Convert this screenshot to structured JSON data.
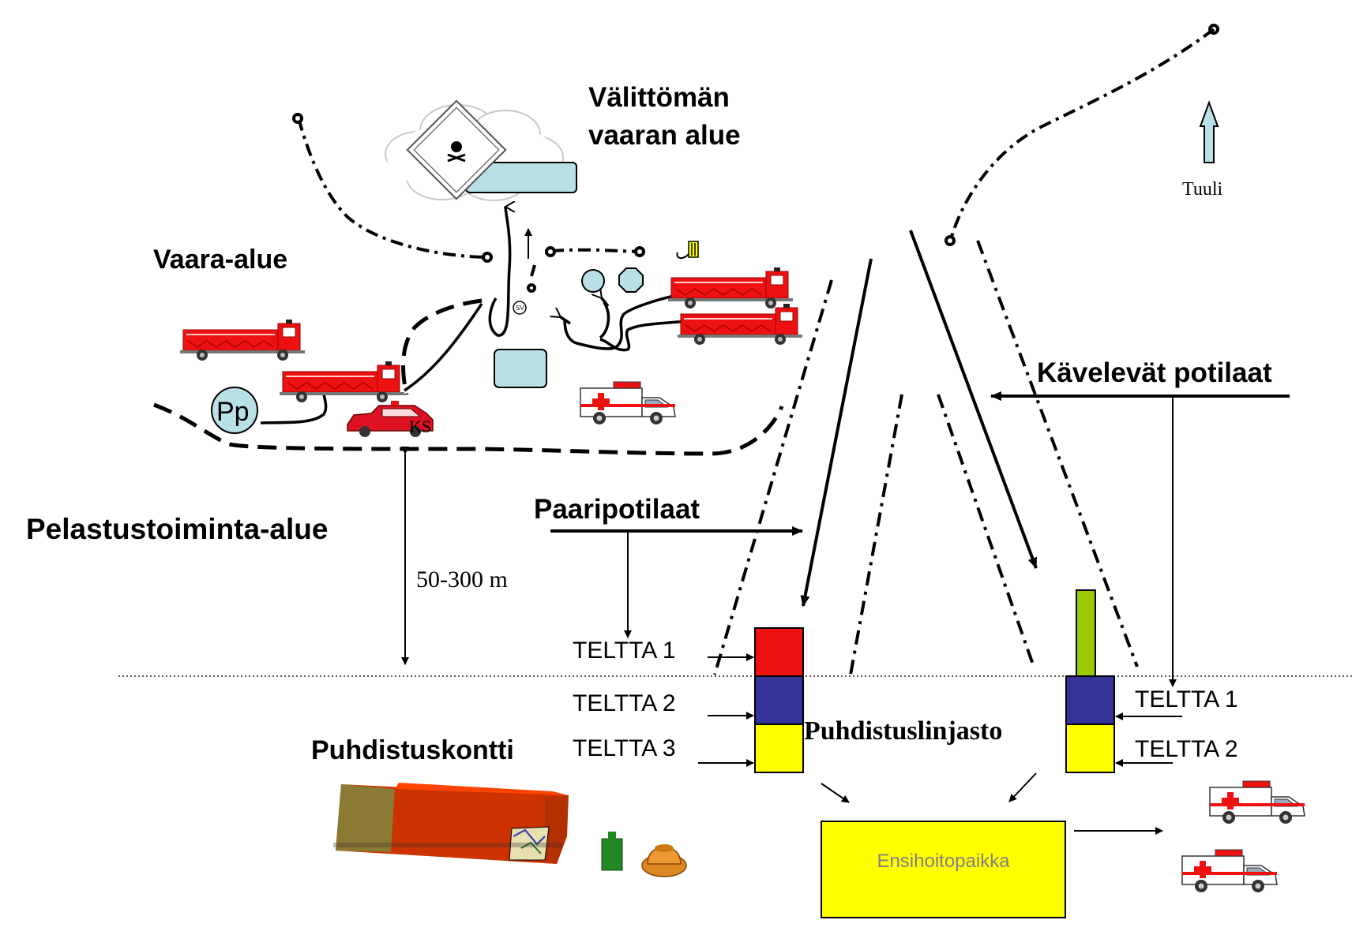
{
  "labels": {
    "immediate_danger_line1": "Välittömän",
    "immediate_danger_line2": "vaaran alue",
    "danger_zone": "Vaara-alue",
    "rescue_zone": "Pelastustoiminta-alue",
    "distance": "50-300 m",
    "wind": "Tuuli",
    "walking_patients": "Kävelevät potilaat",
    "stretcher_patients": "Paaripotilaat",
    "decon_container": "Puhdistuskontti",
    "decon_line": "Puhdistuslinjasto",
    "first_aid_point": "Ensihoitopaikka",
    "pp": "Pp",
    "ks": "KS"
  },
  "left_tents": [
    "TELTTA 1",
    "TELTTA 2",
    "TELTTA 3"
  ],
  "right_tents": [
    "TELTTA 1",
    "TELTTA 2"
  ],
  "colors": {
    "fire_truck": "#ee1111",
    "tent_red": "#ee1111",
    "tent_blue": "#333399",
    "tent_yellow": "#ffff00",
    "tent_green": "#99cc00",
    "pale_blue": "#b8e0e6",
    "first_aid_box": "#ffff00",
    "first_aid_text": "#808080",
    "container_orange": "#cc3300"
  },
  "icons": [
    "cloud-icon",
    "hazard-sign-icon",
    "wind-arrow-icon",
    "fire-truck-icon",
    "ambulance-icon",
    "command-car-icon",
    "container-icon",
    "canister-icon"
  ]
}
